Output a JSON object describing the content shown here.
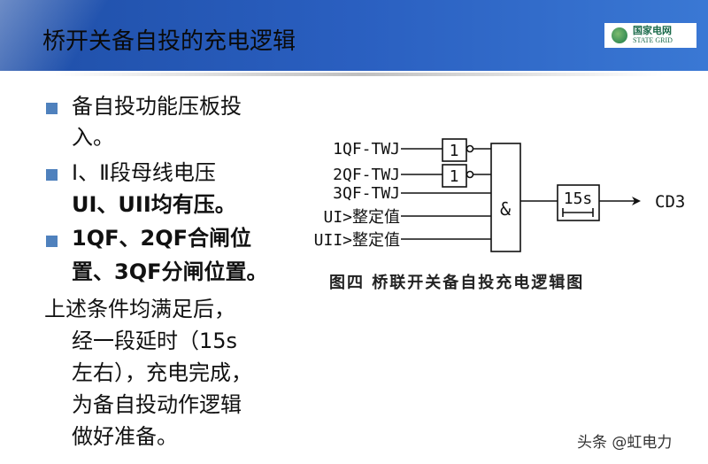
{
  "header": {
    "title": "桥开关备自投的充电逻辑",
    "logo_cn": "国家电网",
    "logo_en": "STATE GRID"
  },
  "bullets": [
    {
      "lines": [
        "备自投功能压板投",
        "入。"
      ]
    },
    {
      "lines": [
        "Ⅰ、Ⅱ段母线电压",
        "UI、UII均有压。"
      ]
    },
    {
      "lines": [
        "1QF、2QF合闸位",
        "置、3QF分闸位置。"
      ]
    }
  ],
  "paragraph": [
    "上述条件均满足后，",
    "经一段延时（15s",
    "左右），充电完成，",
    "为备自投动作逻辑",
    "做好准备。"
  ],
  "diagram": {
    "inputs": [
      "1QF-TWJ",
      "2QF-TWJ",
      "3QF-TWJ",
      "UI>整定值",
      "UII>整定值"
    ],
    "not_gate_label": "1",
    "and_gate_label": "&",
    "timer_label": "15s",
    "output": "CD3",
    "caption": "图四  桥联开关备自投充电逻辑图"
  },
  "watermark": "头条 @虹电力"
}
